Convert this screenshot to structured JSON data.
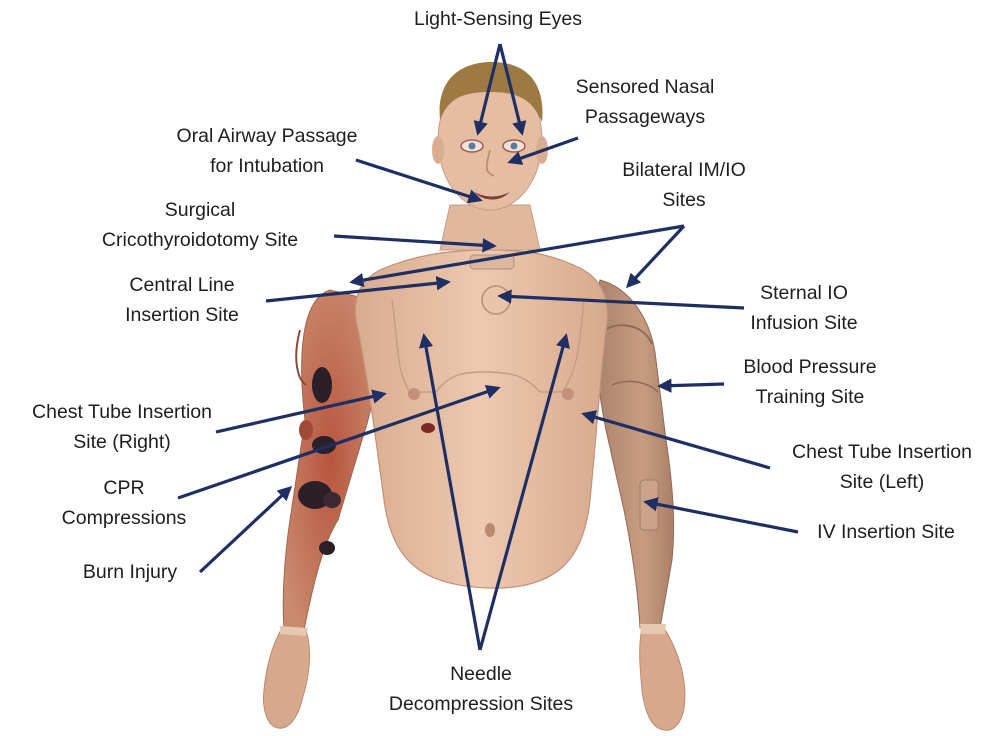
{
  "colors": {
    "arrow": "#1f2f63",
    "text": "#1e1e1e",
    "skin": "#e7c2a6",
    "skin_shadow": "#c99a7e",
    "arm_right": "#c08a70",
    "hair": "#9d7a43",
    "burn": "#2b2027"
  },
  "labels": [
    {
      "id": "light-sensing-eyes",
      "lines": [
        "Light-Sensing Eyes"
      ]
    },
    {
      "id": "sensored-nasal-passageways",
      "lines": [
        "Sensored Nasal",
        "Passageways"
      ]
    },
    {
      "id": "oral-airway-passage",
      "lines": [
        "Oral Airway Passage",
        "for Intubation"
      ]
    },
    {
      "id": "bilateral-im-io-sites",
      "lines": [
        "Bilateral IM/IO",
        "Sites"
      ]
    },
    {
      "id": "surgical-cricothyroidotomy-site",
      "lines": [
        "Surgical",
        "Cricothyroidotomy Site"
      ]
    },
    {
      "id": "central-line-insertion-site",
      "lines": [
        "Central Line",
        "Insertion Site"
      ]
    },
    {
      "id": "sternal-io-infusion-site",
      "lines": [
        "Sternal IO",
        "Infusion Site"
      ]
    },
    {
      "id": "blood-pressure-training-site",
      "lines": [
        "Blood Pressure",
        "Training Site"
      ]
    },
    {
      "id": "chest-tube-insertion-site-right",
      "lines": [
        "Chest Tube Insertion",
        "Site (Right)"
      ]
    },
    {
      "id": "chest-tube-insertion-site-left",
      "lines": [
        "Chest Tube Insertion",
        "Site (Left)"
      ]
    },
    {
      "id": "cpr-compressions",
      "lines": [
        "CPR",
        "Compressions"
      ]
    },
    {
      "id": "iv-insertion-site",
      "lines": [
        "IV Insertion Site"
      ]
    },
    {
      "id": "burn-injury",
      "lines": [
        "Burn Injury"
      ]
    },
    {
      "id": "needle-decompression-sites",
      "lines": [
        "Needle",
        "Decompression Sites"
      ]
    }
  ]
}
